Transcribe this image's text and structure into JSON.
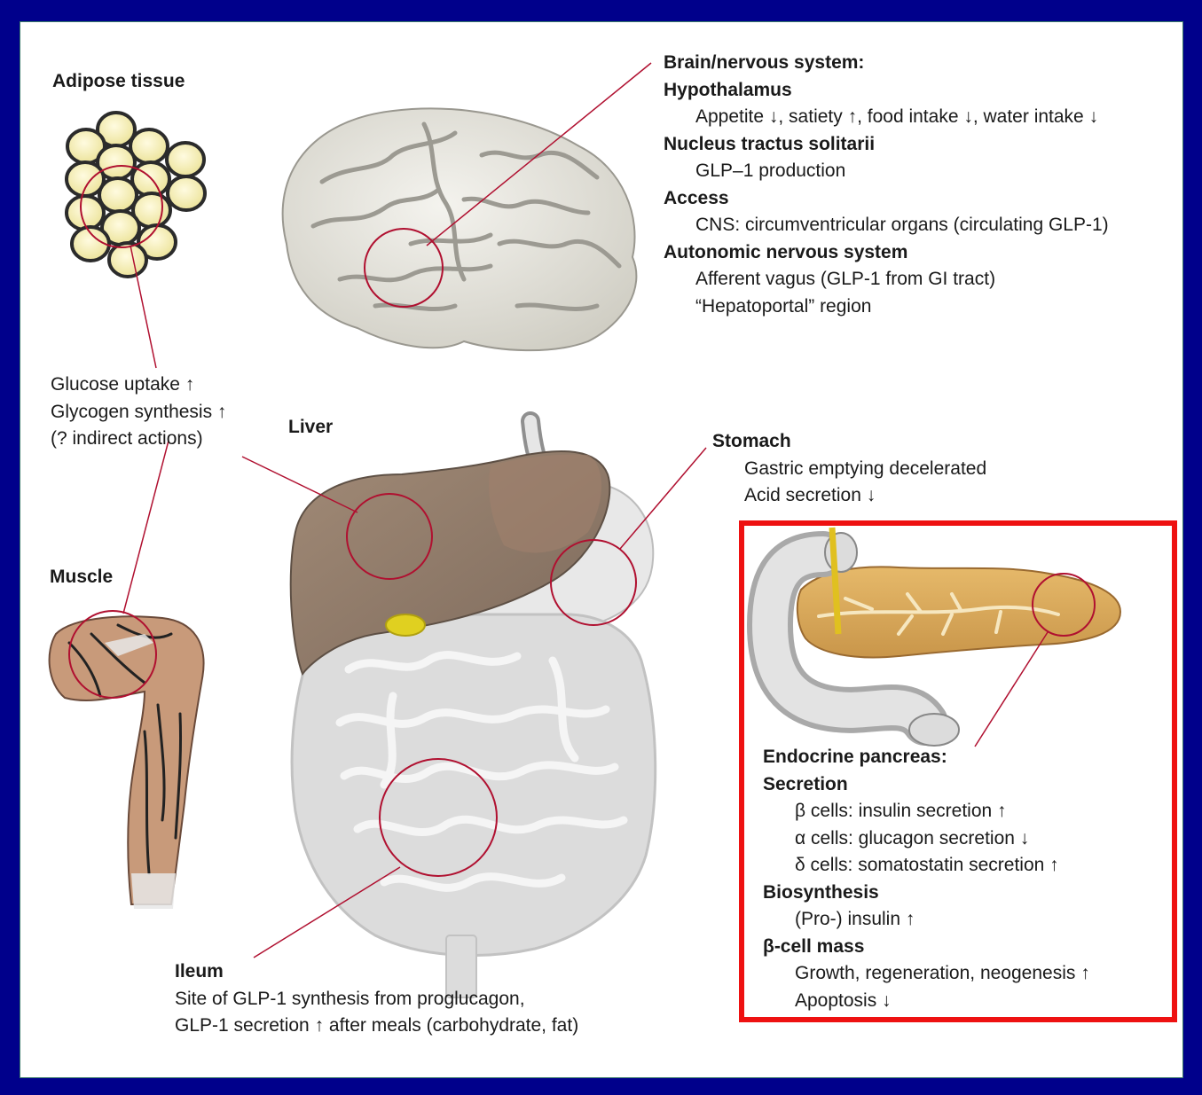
{
  "adipose": {
    "title": "Adipose tissue"
  },
  "brain": {
    "title": "Brain/nervous system:",
    "hypothalamus_title": "Hypothalamus",
    "hypothalamus_text": "Appetite ↓, satiety ↑, food intake ↓, water intake ↓",
    "nts_title": "Nucleus tractus solitarii",
    "nts_text": "GLP–1 production",
    "access_title": "Access",
    "access_text": "CNS: circumventricular organs (circulating GLP-1)",
    "ans_title": "Autonomic nervous system",
    "ans_text1": "Afferent vagus (GLP-1 from GI tract)",
    "ans_text2": "“Hepatoportal” region"
  },
  "glucose": {
    "line1": "Glucose uptake ↑",
    "line2": "Glycogen synthesis ↑",
    "line3": "(? indirect actions)"
  },
  "liver": {
    "title": "Liver"
  },
  "stomach": {
    "title": "Stomach",
    "line1": "Gastric emptying decelerated",
    "line2": "Acid secretion ↓"
  },
  "muscle": {
    "title": "Muscle"
  },
  "pancreas": {
    "title": "Endocrine pancreas:",
    "secretion_title": "Secretion",
    "beta": "β cells: insulin secretion ↑",
    "alpha": "α cells: glucagon secretion ↓",
    "delta": "δ cells: somatostatin secretion ↑",
    "biosyn_title": "Biosynthesis",
    "biosyn_text": "(Pro-) insulin ↑",
    "mass_title": "β-cell mass",
    "mass_text1": "Growth, regeneration, neogenesis ↑",
    "mass_text2": "Apoptosis ↓"
  },
  "ileum": {
    "title": "Ileum",
    "line1": "Site of GLP-1 synthesis from proglucagon,",
    "line2": "GLP-1 secretion ↑ after meals (carbohydrate, fat)"
  },
  "colors": {
    "background": "#00008b",
    "highlight_box": "#ee1111",
    "leader_lines": "#b01030"
  }
}
